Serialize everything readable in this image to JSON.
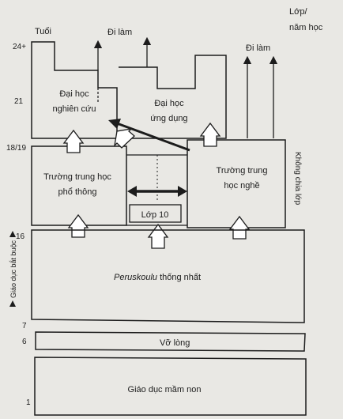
{
  "axes": {
    "left_title": "Tuổi",
    "right_title_line1": "Lớp/",
    "right_title_line2": "năm học",
    "age_ticks": [
      "24+",
      "21",
      "18/19",
      "16",
      "7",
      "6",
      "1"
    ]
  },
  "labels": {
    "di_lam_1": "Đi làm",
    "di_lam_2": "Đi làm",
    "dai_hoc_nghien_cuu_1": "Đại học",
    "dai_hoc_nghien_cuu_2": "nghiên cứu",
    "dai_hoc_ung_dung_1": "Đại học",
    "dai_hoc_ung_dung_2": "ứng dụng",
    "thpt_1": "Trường trung học",
    "thpt_2": "phổ thông",
    "nghe_1": "Trường trung",
    "nghe_2": "học nghề",
    "lop10": "Lớp 10",
    "peruskoulu_italic": "Peruskoulu",
    "peruskoulu_rest": " thống nhất",
    "vo_long": "Vỡ lòng",
    "mam_non": "Giáo dục mầm non",
    "khong_chia_lop": "Không chia lớp",
    "bat_buoc": "Giáo dục bắt buộc"
  }
}
